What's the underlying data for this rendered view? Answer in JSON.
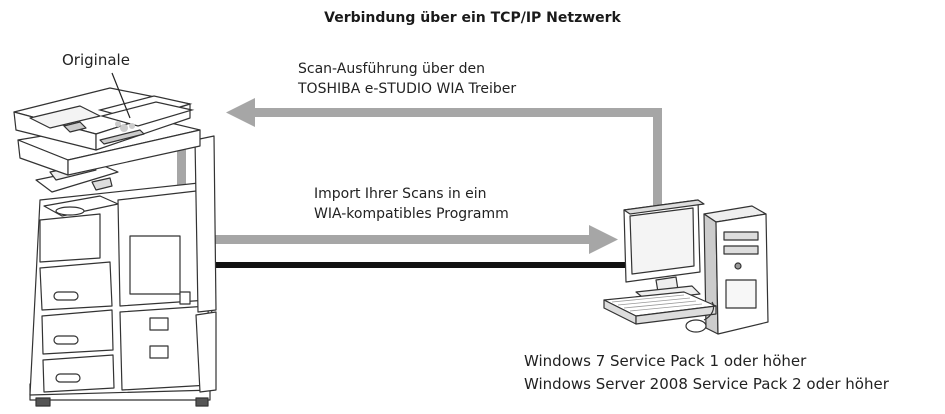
{
  "title": "Verbindung über ein TCP/IP Netzwerk",
  "labels": {
    "originals": "Originale",
    "scan_line1": "Scan-Ausführung über den",
    "scan_line2": "TOSHIBA e-STUDIO WIA Treiber",
    "import_line1": "Import Ihrer Scans in ein",
    "import_line2": "WIA-kompatibles Programm",
    "os_line1": "Windows 7 Service Pack 1 oder höher",
    "os_line2": "Windows Server 2008 Service Pack 2 oder höher"
  },
  "colors": {
    "arrow": "#a6a6a6",
    "network_cable": "#111111",
    "device_outline": "#333333"
  },
  "icons": {
    "mfp": "multifunction-printer-icon",
    "pc": "desktop-computer-icon",
    "paper": "paper-stack-icon"
  }
}
